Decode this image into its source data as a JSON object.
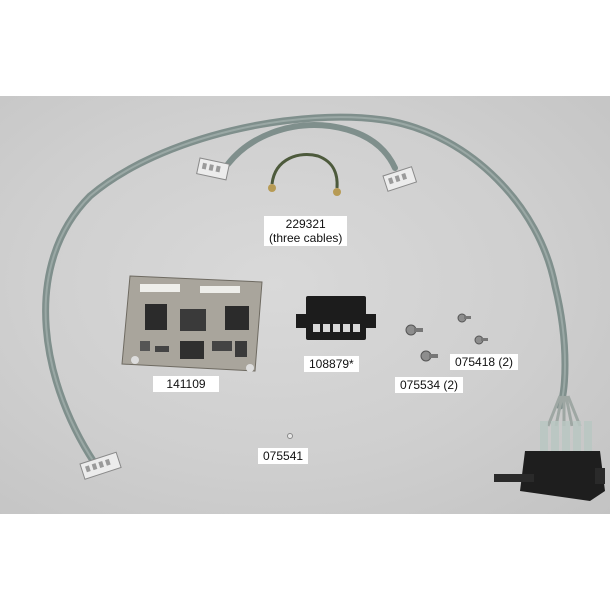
{
  "labels": {
    "cable_kit": {
      "line1": "229321",
      "line2": "(three cables)"
    },
    "circuit_board": "141109",
    "connector": "108879*",
    "screws_small": "075418 (2)",
    "screws_large": "075534 (2)",
    "washer": "075541"
  },
  "colors": {
    "background": "#cfcfcf",
    "cable": "#7f8f8c",
    "connector_body": "#222222",
    "board": "#a9a59c"
  }
}
